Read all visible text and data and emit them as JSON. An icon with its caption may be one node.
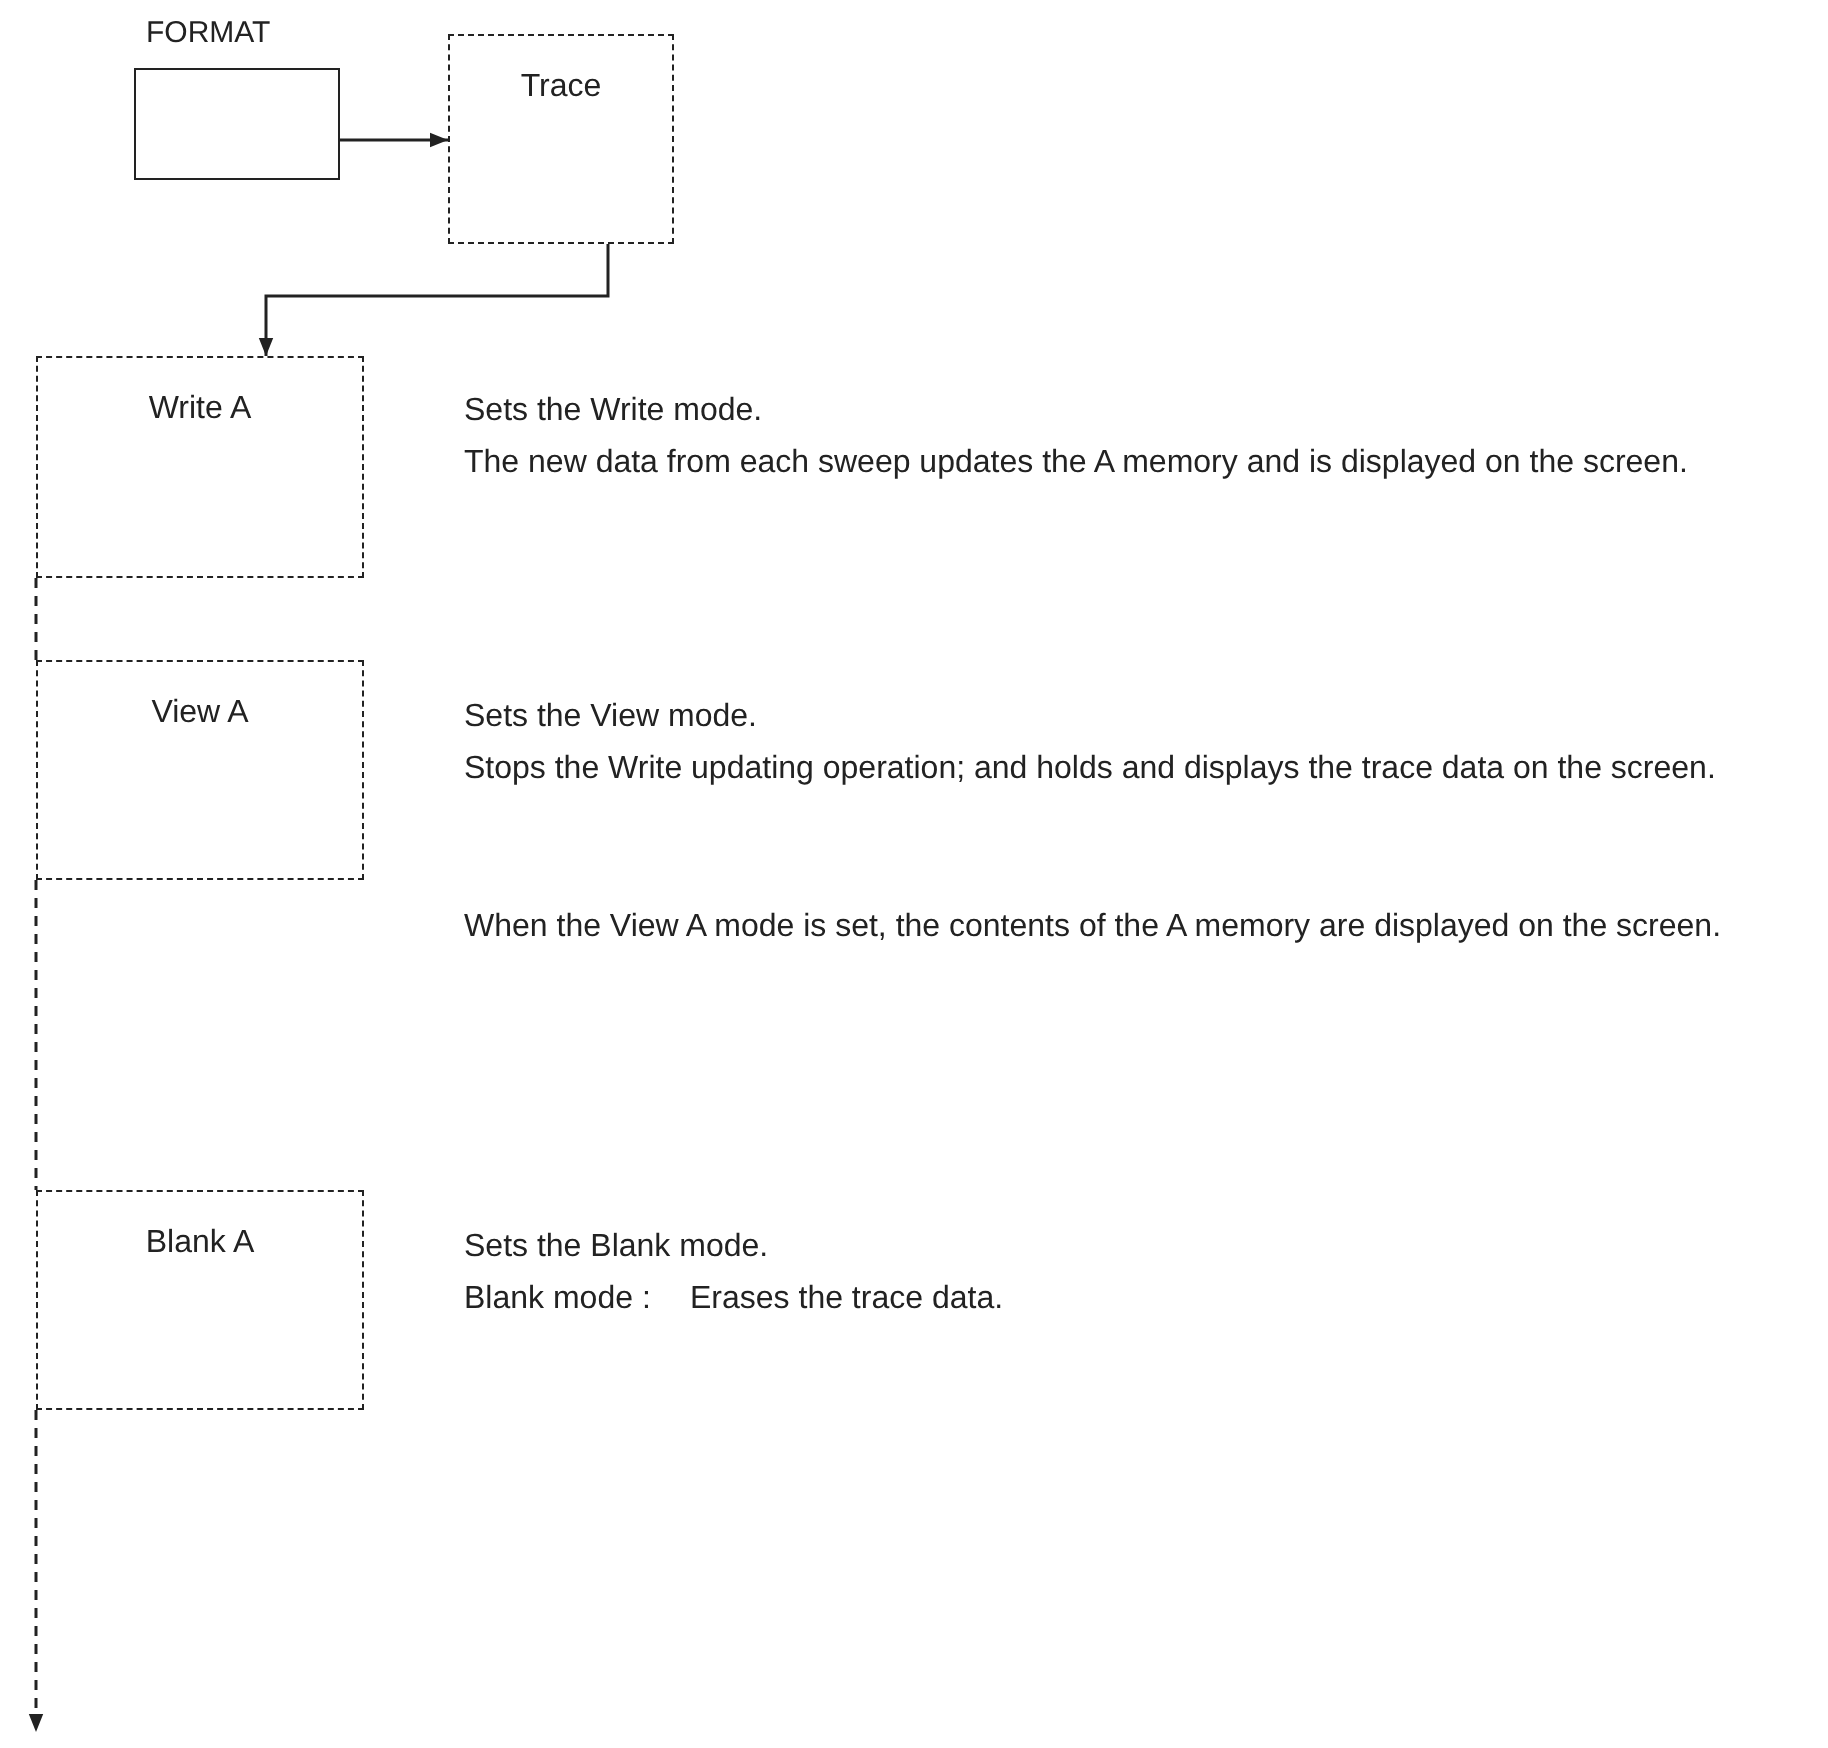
{
  "diagram": {
    "nodes": [
      {
        "text": [
          "FORMAT"
        ]
      },
      {
        "text": [
          "Trace"
        ]
      },
      {
        "text": [
          "Write A"
        ],
        "beside": [
          "Sets the Write mode.",
          "The new data from each sweep updates the A memory and is displayed on the screen."
        ]
      },
      {
        "text": [
          "View A"
        ],
        "beside": [
          "Sets the View mode.",
          "Stops the Write updating operation; and holds and displays the trace data on the screen.",
          "When the View A mode is set, the contents of the A memory are displayed on the screen."
        ]
      },
      {
        "text": [
          "Blank A"
        ],
        "beside": [
          "Sets the Blank mode.",
          "Blank mode :",
          "Erases the trace data."
        ]
      }
    ],
    "edges": [
      {
        "from": 0,
        "to": 1,
        "arrow": "to"
      },
      {
        "from": 1,
        "to": 2,
        "arrow": "to"
      },
      {
        "from": 2,
        "to": 3,
        "arrow": "none",
        "style": "dashed"
      },
      {
        "from": 3,
        "to": 4,
        "arrow": "none",
        "style": "dashed"
      },
      {
        "from": 4,
        "to": null,
        "arrow": "to",
        "style": "dashed"
      }
    ]
  }
}
